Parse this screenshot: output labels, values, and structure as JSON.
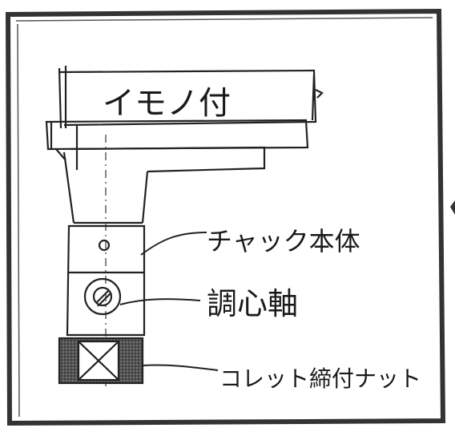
{
  "diagram": {
    "workpiece_label": "イモノ付",
    "callouts": [
      {
        "id": "chuck-body",
        "label": "チャック本体"
      },
      {
        "id": "centering-shaft",
        "label": "調心軸"
      },
      {
        "id": "collet-nut",
        "label": "コレット締付ナット"
      }
    ]
  },
  "colors": {
    "ink": "#1a1a1a",
    "paper": "#ffffff",
    "frame": "#333333"
  }
}
